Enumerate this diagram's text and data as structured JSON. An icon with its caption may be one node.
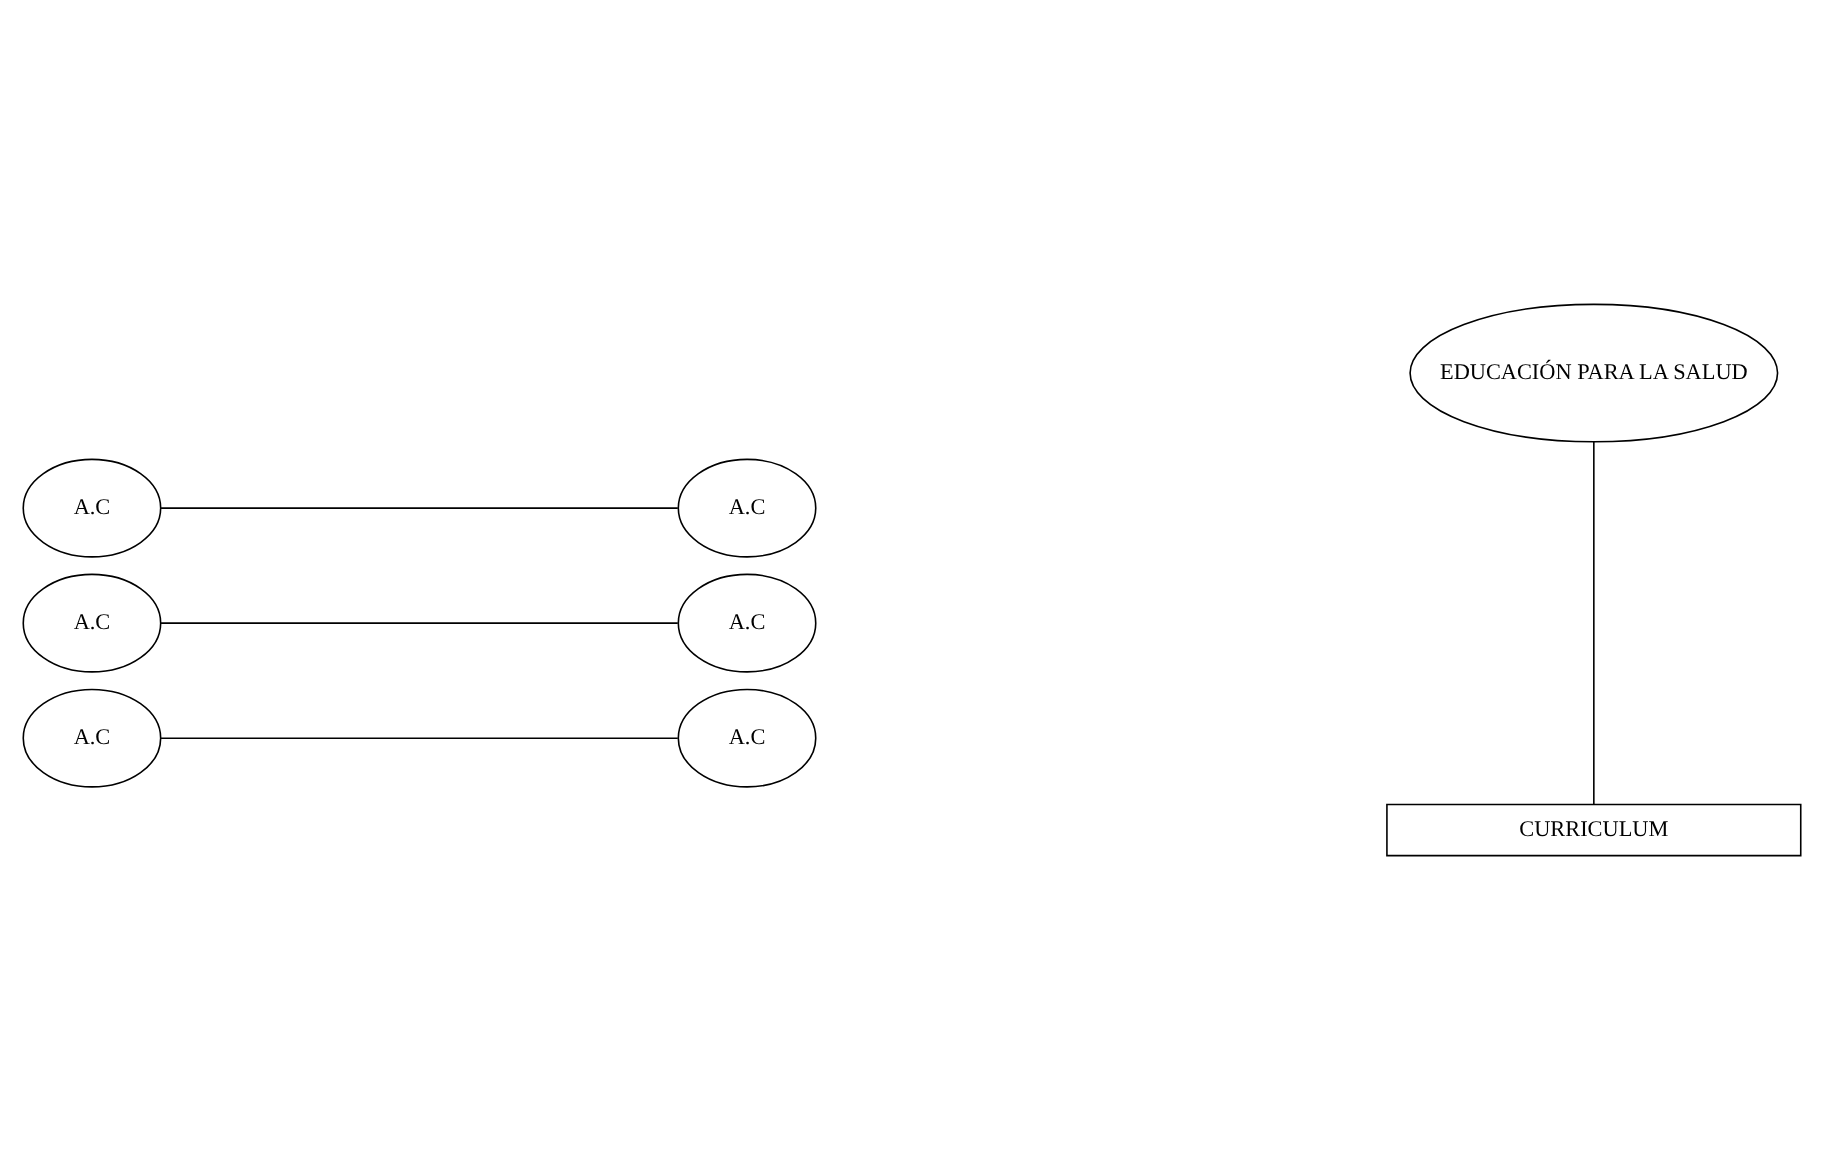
{
  "diagram": {
    "nodes": [
      {
        "text": [
          "EDUCACIÓN PARA LA SALUD"
        ]
      },
      {
        "text": [
          "A.C"
        ]
      },
      {
        "text": [
          "A.C"
        ]
      },
      {
        "text": [
          "A.C"
        ]
      },
      {
        "text": [
          "A.C"
        ]
      },
      {
        "text": [
          "A.C"
        ]
      },
      {
        "text": [
          "A.C"
        ]
      },
      {
        "text": [
          "CURRICULUM"
        ]
      }
    ],
    "edges": [
      {
        "from": 0,
        "to": 7,
        "arrow": "none"
      },
      {
        "from": 1,
        "to": 2,
        "arrow": "none"
      },
      {
        "from": 3,
        "to": 4,
        "arrow": "none"
      },
      {
        "from": 5,
        "to": 6,
        "arrow": "none"
      }
    ]
  }
}
